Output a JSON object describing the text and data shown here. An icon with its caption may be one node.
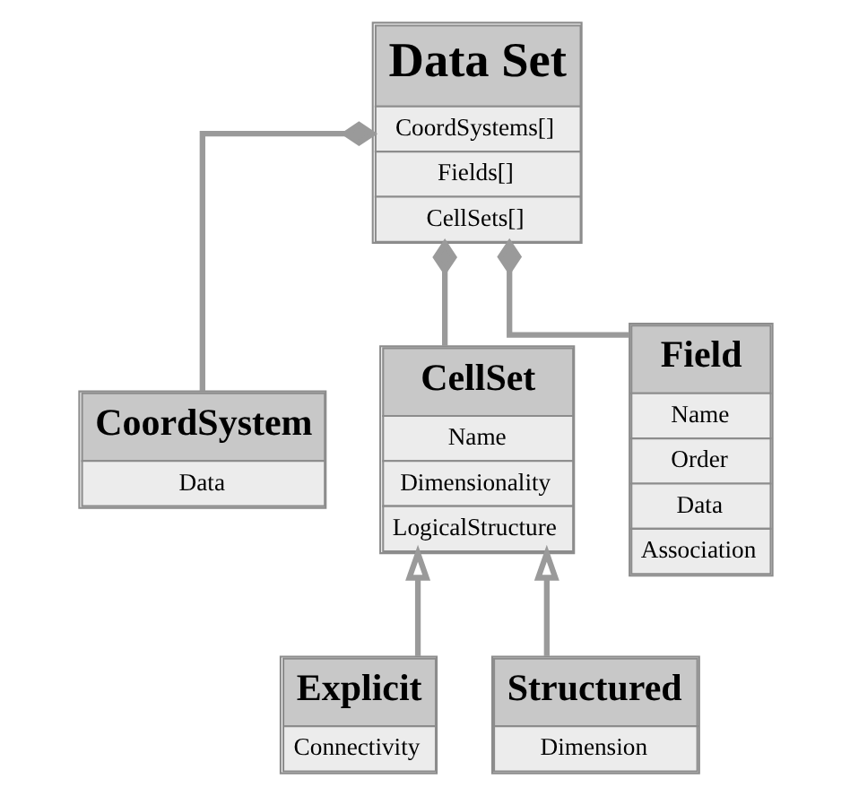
{
  "diagram": {
    "nodes": [
      {
        "text": [
          "Data Set",
          "CoordSystems[]",
          "Fields[]",
          "CellSets[]"
        ]
      },
      {
        "text": [
          "CoordSystem",
          "Data"
        ]
      },
      {
        "text": [
          "CellSet",
          "Name",
          "Dimensionality",
          "LogicalStructure"
        ]
      },
      {
        "text": [
          "Field",
          "Name",
          "Order",
          "Data",
          "Association"
        ]
      },
      {
        "text": [
          "Explicit",
          "Connectivity"
        ]
      },
      {
        "text": [
          "Structured",
          "Dimension"
        ]
      }
    ],
    "edges": [
      {
        "from": 0,
        "to": 1,
        "arrow": "other"
      },
      {
        "from": 0,
        "to": 2,
        "arrow": "other"
      },
      {
        "from": 0,
        "to": 3,
        "arrow": "other"
      },
      {
        "from": 4,
        "to": 2,
        "arrow": "to"
      },
      {
        "from": 5,
        "to": 2,
        "arrow": "to"
      }
    ]
  }
}
